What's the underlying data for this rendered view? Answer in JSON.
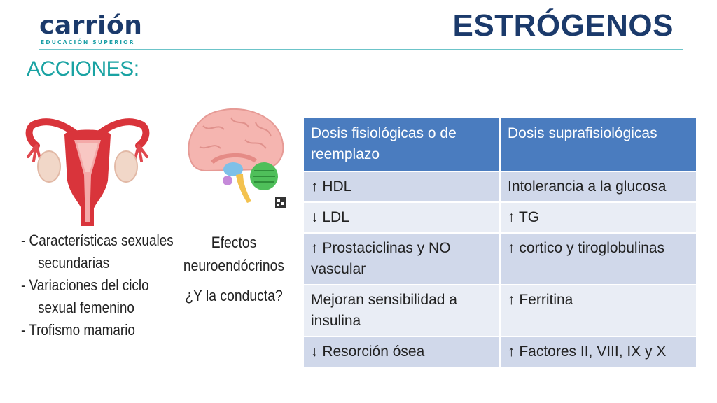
{
  "header": {
    "logo_text": "carrión",
    "logo_subtitle": "EDUCACIÓN SUPERIOR",
    "title": "ESTRÓGENOS",
    "subtitle": "ACCIONES:"
  },
  "illustrations": {
    "uterus_icon": "uterus-illustration",
    "brain_icon": "brain-illustration"
  },
  "left_caption": [
    "- Características sexuales",
    "secundarias",
    "- Variaciones del ciclo",
    "sexual femenino",
    "- Trofismo mamario"
  ],
  "mid_caption": {
    "line1": "Efectos",
    "line2": "neuroendócrinos",
    "line3": "¿Y la conducta?"
  },
  "table": {
    "headers": [
      "Dosis fisiológicas o de reemplazo",
      "Dosis suprafisiológicas"
    ],
    "rows": [
      [
        "↑ HDL",
        "Intolerancia a la glucosa"
      ],
      [
        "↓ LDL",
        "↑ TG"
      ],
      [
        "↑ Prostaciclinas y NO vascular",
        "↑ cortico y tiroglobulinas"
      ],
      [
        "Mejoran sensibilidad a insulina",
        "↑ Ferritina"
      ],
      [
        "↓ Resorción ósea",
        "↑ Factores II, VIII, IX y X"
      ]
    ]
  },
  "colors": {
    "brand_navy": "#1b3a6b",
    "accent_teal": "#1aa3a3",
    "table_header": "#4a7cbf",
    "row_dark": "#d0d8ea",
    "row_light": "#e9edf5"
  }
}
